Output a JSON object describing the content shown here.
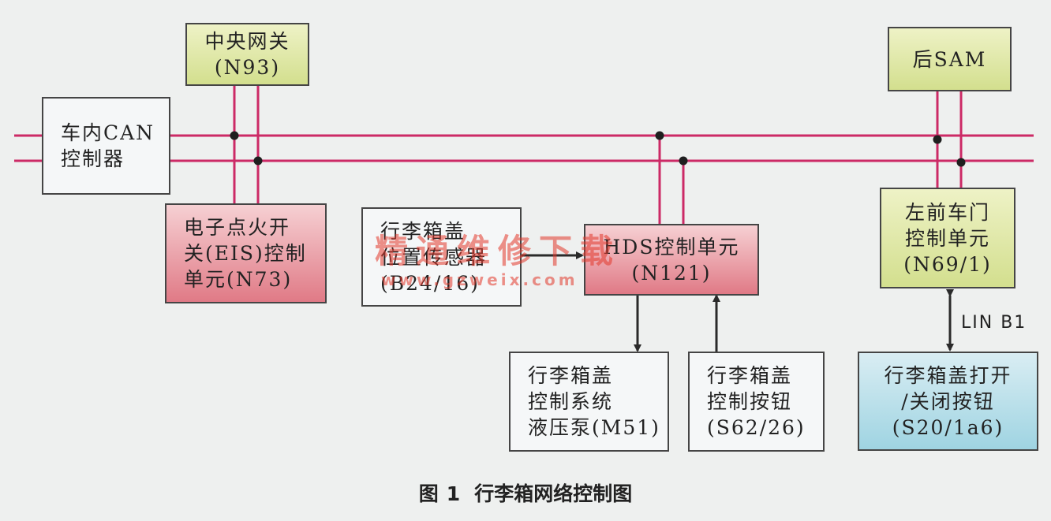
{
  "nodes": {
    "gateway": {
      "lines": [
        "中央网关",
        "(N93)"
      ]
    },
    "rear_sam": {
      "lines": [
        "后SAM"
      ]
    },
    "can_ctrl": {
      "lines": [
        "车内CAN",
        "控制器"
      ]
    },
    "eis": {
      "lines": [
        "电子点火开",
        "关(EIS)控制",
        "单元(N73)"
      ]
    },
    "sensor": {
      "lines": [
        "行李箱盖",
        "位置传感器",
        "(B24/16)"
      ]
    },
    "hds": {
      "lines": [
        "HDS控制单元",
        "(N121)"
      ]
    },
    "door": {
      "lines": [
        "左前车门",
        "控制单元",
        "(N69/1)"
      ]
    },
    "pump": {
      "lines": [
        "行李箱盖",
        "控制系统",
        "液压泵(M51)"
      ]
    },
    "button": {
      "lines": [
        "行李箱盖",
        "控制按钮",
        "(S62/26)"
      ]
    },
    "open_close": {
      "lines": [
        "行李箱盖打开",
        "/关闭按钮",
        "(S20/1a6)"
      ]
    }
  },
  "lin_label": "LIN B1",
  "watermark": {
    "line1": "精通维修下载",
    "line2": "www.gzweix.com"
  },
  "caption": {
    "prefix": "图",
    "number": "1",
    "title": "行李箱网络控制图"
  },
  "colors": {
    "bus": "#cc2a66",
    "arrow": "#2a2a2a",
    "green_box": "#d3df8e",
    "red_box": "#e07a86",
    "white_box": "#f5f7f8",
    "blue_box": "#9fd4e2"
  }
}
